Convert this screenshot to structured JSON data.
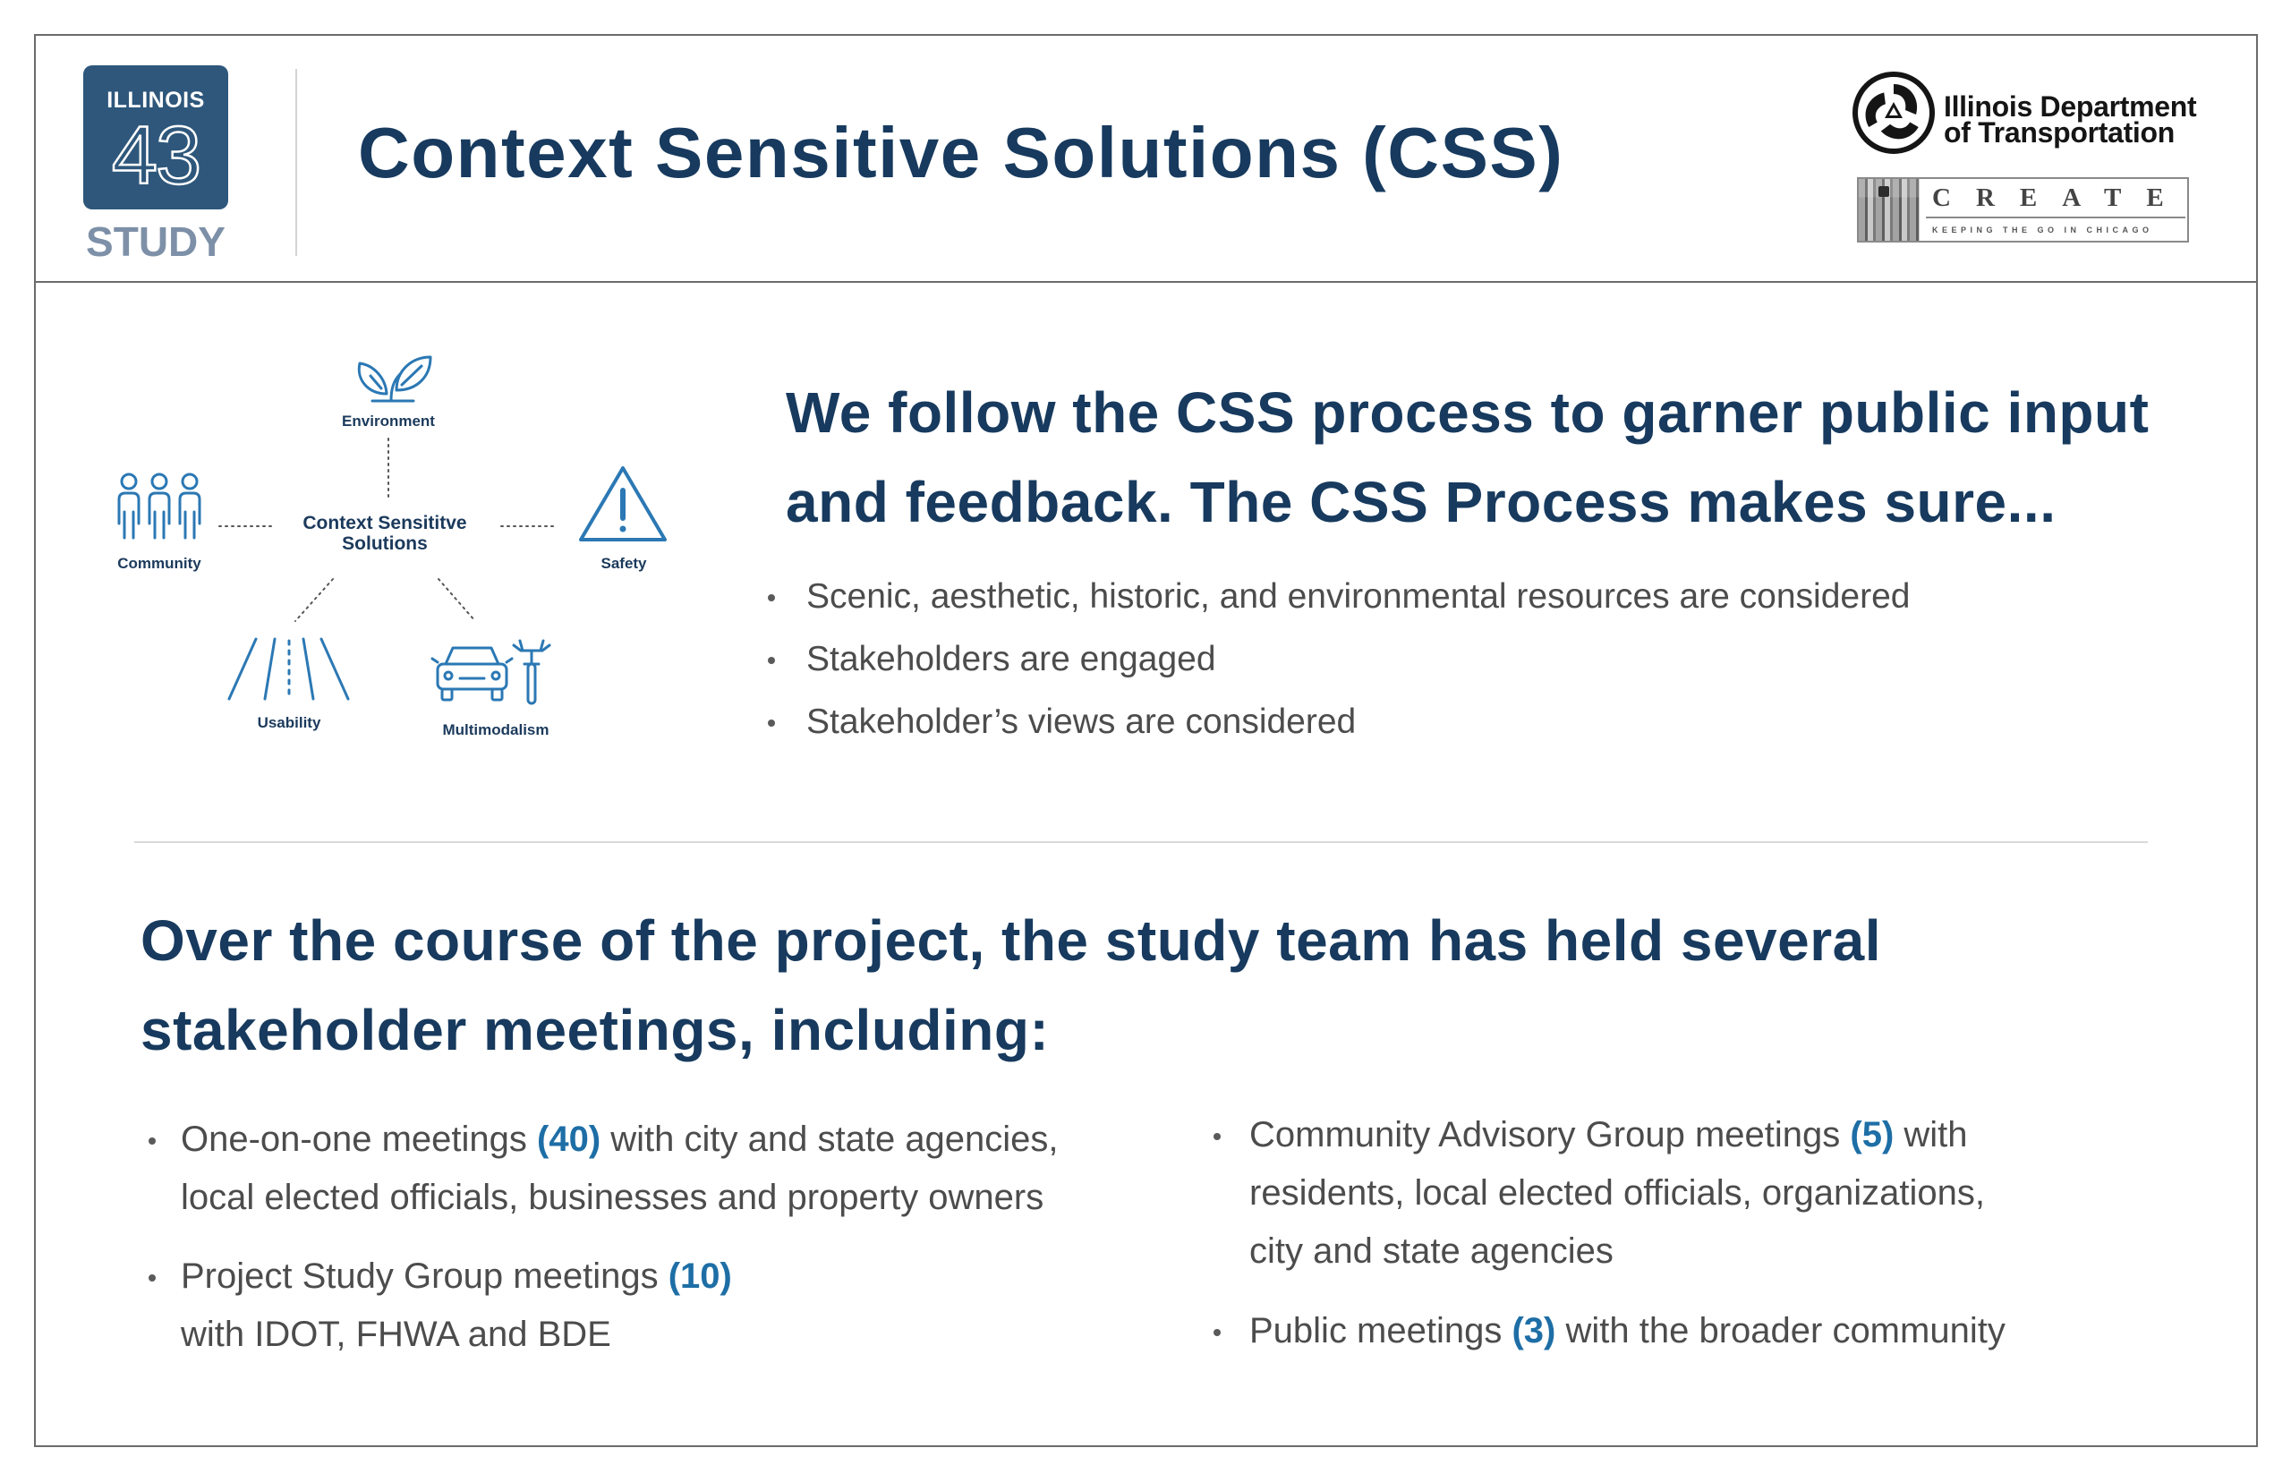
{
  "header": {
    "logo": {
      "state": "ILLINOIS",
      "route": "43",
      "label": "STUDY"
    },
    "title": "Context Sensitive Solutions (CSS)",
    "idot": {
      "line1": "Illinois Department",
      "line2": "of Transportation"
    },
    "create": {
      "name": "CREATE",
      "tagline": "KEEPING THE GO IN CHICAGO"
    }
  },
  "diagram": {
    "center": [
      "Context Sensititve",
      "Solutions"
    ],
    "nodes": {
      "environment": "Environment",
      "community": "Community",
      "safety": "Safety",
      "usability": "Usability",
      "multimodalism": "Multimodalism"
    },
    "icons": {
      "environment": "sprout-icon",
      "community": "people-icon",
      "safety": "warning-triangle-icon",
      "usability": "road-icon",
      "multimodalism": "car-bicycle-icon"
    }
  },
  "css_process": {
    "heading": [
      "We follow the CSS process to garner public input",
      "and feedback. The CSS Process makes sure..."
    ],
    "bullets": [
      "Scenic, aesthetic, historic, and environmental resources are considered",
      "Stakeholders are engaged",
      "Stakeholder’s views are considered"
    ]
  },
  "meetings": {
    "heading": [
      "Over the course of the project, the study team has held several",
      "stakeholder meetings, including:"
    ],
    "left": [
      {
        "pre": "One-on-one meetings ",
        "count": "(40)",
        "post": " with city and state agencies,\nlocal elected officials, businesses and property owners"
      },
      {
        "pre": "Project Study Group meetings ",
        "count": "(10)",
        "post": "\nwith IDOT, FHWA and BDE"
      }
    ],
    "right": [
      {
        "pre": "Community Advisory Group meetings ",
        "count": "(5)",
        "post": " with\nresidents, local elected officials, organizations,\ncity and state agencies"
      },
      {
        "pre": "Public meetings ",
        "count": "(3)",
        "post": " with the broader community"
      }
    ]
  },
  "colors": {
    "navy": "#173a5e",
    "accent": "#1e6ea6",
    "icon": "#2b78b4",
    "logo_bg": "#2e577b",
    "logo_label": "#7d90a8",
    "body_text": "#4c4c4c"
  }
}
